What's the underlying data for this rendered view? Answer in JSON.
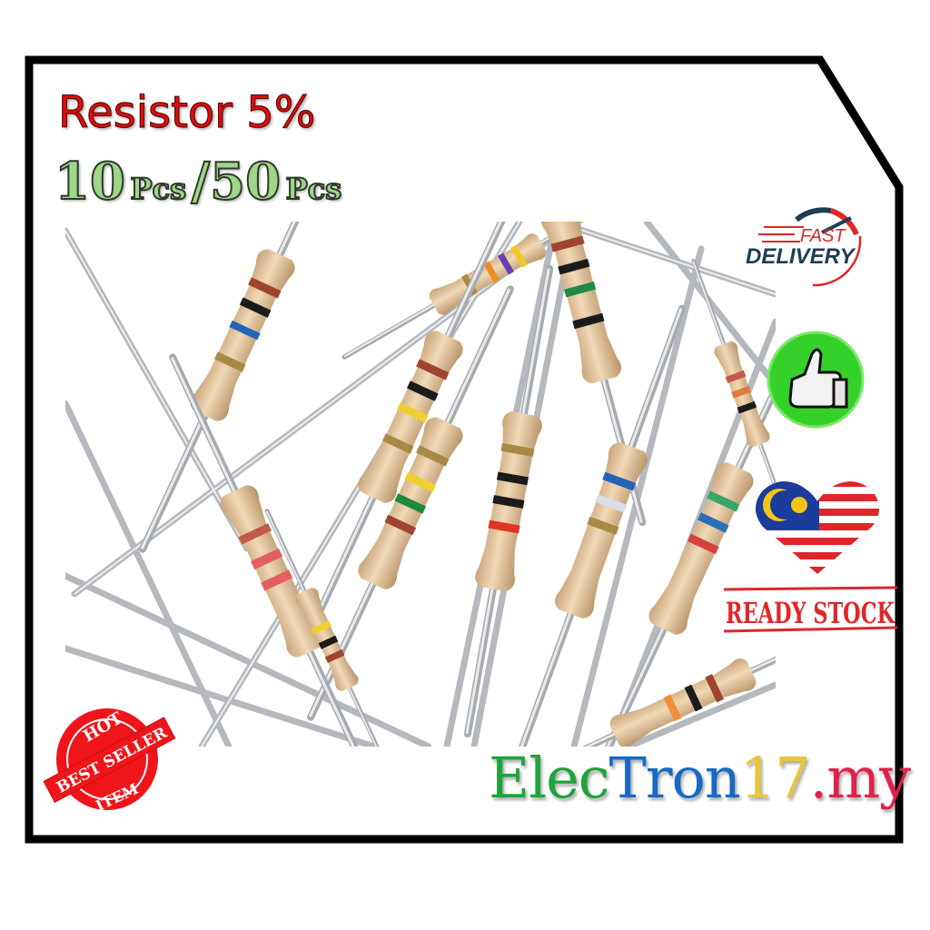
{
  "product": {
    "title": "Resistor 5%",
    "quantity": {
      "first_number": "10",
      "first_unit": "Pcs",
      "separator": "/",
      "second_number": "50",
      "second_unit": "Pcs"
    }
  },
  "badges": {
    "fast_delivery": {
      "line1": "FAST",
      "line2": "DELIVERY",
      "icon": "speedometer-icon"
    },
    "thumbs_up": {
      "icon": "thumbs-up-icon",
      "color": "#35d12a"
    },
    "malaysia_flag_heart": {
      "icon": "malaysia-flag-heart-icon"
    },
    "ready_stock": {
      "label": "READY STOCK",
      "color": "#e0262a"
    },
    "hot_best_seller": {
      "top": "HOT",
      "ribbon": "BEST SELLER",
      "bottom": "ITEM",
      "color": "#f0141b"
    }
  },
  "brand": {
    "part1": "Elec",
    "part2": "Tron",
    "part3": "17",
    "part4": ".my",
    "colors": {
      "part1": "#1fa33a",
      "part2": "#1769c4",
      "part3": "#e8c53a",
      "part4": "#e0224b"
    }
  },
  "photo": {
    "subject": "carbon film resistors with color bands"
  },
  "frame": {
    "border_color": "#000000"
  }
}
